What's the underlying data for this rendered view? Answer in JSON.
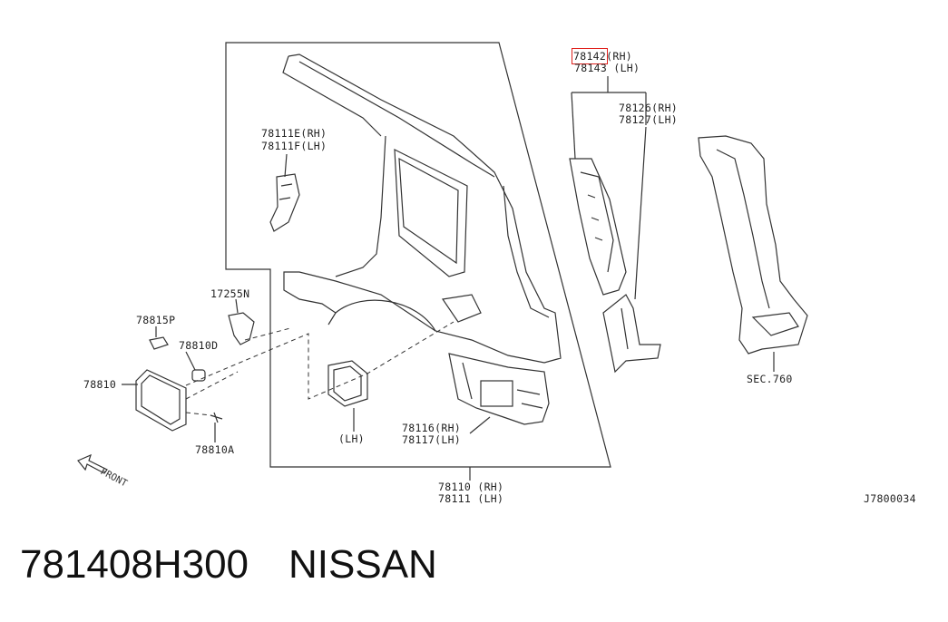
{
  "labels": {
    "p78142_num": "78142",
    "p78142_side": "(RH)",
    "p78143": "78143 (LH)",
    "p78126": "78126(RH)",
    "p78127": "78127(LH)",
    "p78111e": "78111E(RH)",
    "p78111f": "78111F(LH)",
    "p17255n": "17255N",
    "p78815p": "78815P",
    "p78810d": "78810D",
    "p78810": "78810",
    "p78810a": "78810A",
    "lh": "(LH)",
    "p78116": "78116(RH)",
    "p78117": "78117(LH)",
    "p78110": "78110 (RH)",
    "p78111": "78111 (LH)",
    "sec760": "SEC.760",
    "front": "FRONT",
    "diagram_code": "J7800034"
  },
  "part": {
    "number": "781408H300",
    "brand": "NISSAN"
  },
  "colors": {
    "line": "#333333",
    "highlight": "#e0201c"
  }
}
